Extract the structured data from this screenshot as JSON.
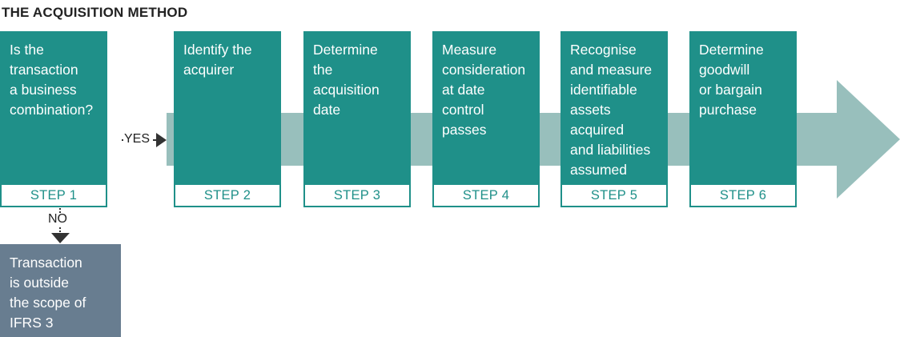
{
  "title": "THE ACQUISITION METHOD",
  "colors": {
    "step_fill": "#1f9089",
    "arrow_fill": "#98bfbc",
    "outcome_fill": "#687d90",
    "connector": "#333333"
  },
  "steps": [
    {
      "text": "Is the\ntransaction\na business\ncombination?",
      "label": "STEP 1"
    },
    {
      "text": "Identify the\nacquirer",
      "label": "STEP 2"
    },
    {
      "text": "Determine\nthe\nacquisition\ndate",
      "label": "STEP 3"
    },
    {
      "text": "Measure\nconsideration\nat date\ncontrol\npasses",
      "label": "STEP 4"
    },
    {
      "text": "Recognise\nand measure\nidentifiable\nassets\nacquired\nand liabilities\nassumed",
      "label": "STEP 5"
    },
    {
      "text": "Determine\ngoodwill\nor bargain\npurchase",
      "label": "STEP 6"
    }
  ],
  "yes_label": "YES",
  "no_label": "NO",
  "outcome": {
    "text": "Transaction\nis outside\nthe scope of\nIFRS 3"
  }
}
